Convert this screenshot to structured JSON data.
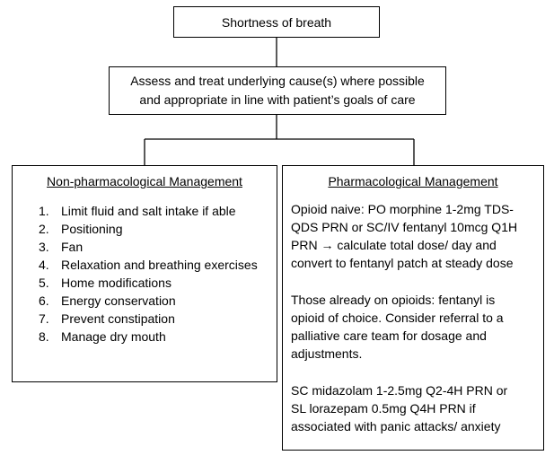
{
  "title": "Shortness of breath",
  "assess": {
    "line1": "Assess and treat underlying cause(s) where possible",
    "line2": "and appropriate in line with patient’s goals of care"
  },
  "non_pharm": {
    "heading": "Non-pharmacological Management",
    "items": [
      {
        "num": "1.",
        "text": "Limit fluid and salt intake if able"
      },
      {
        "num": "2.",
        "text": "Positioning"
      },
      {
        "num": "3.",
        "text": "Fan"
      },
      {
        "num": "4.",
        "text": "Relaxation and breathing exercises"
      },
      {
        "num": "5.",
        "text": "Home modifications"
      },
      {
        "num": "6.",
        "text": "Energy conservation"
      },
      {
        "num": "7.",
        "text": "Prevent constipation"
      },
      {
        "num": "8.",
        "text": "Manage dry mouth"
      }
    ]
  },
  "pharm": {
    "heading": "Pharmacological Management",
    "paragraphs": [
      [
        "Opioid naive: PO morphine 1-2mg TDS-",
        "QDS PRN or SC/IV fentanyl 10mcg Q1H",
        "PRN → calculate total dose/ day and",
        "convert to fentanyl patch at steady dose"
      ],
      [
        "Those already on opioids: fentanyl is",
        "opioid of choice. Consider referral to a",
        "palliative care team for dosage and",
        "adjustments."
      ],
      [
        "SC midazolam 1-2.5mg Q2-4H PRN or",
        "SL lorazepam 0.5mg Q4H PRN if",
        "associated with panic attacks/ anxiety"
      ]
    ]
  }
}
